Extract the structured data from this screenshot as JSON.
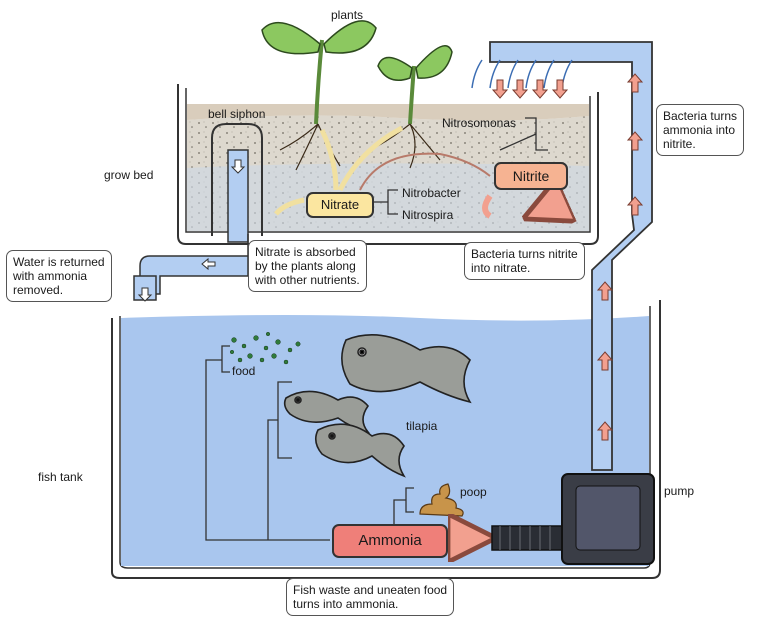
{
  "labels": {
    "plants": "plants",
    "bell_siphon": "bell siphon",
    "grow_bed": "grow bed",
    "fish_tank": "fish tank",
    "pump": "pump",
    "food": "food",
    "tilapia": "tilapia",
    "poop": "poop",
    "nitrosomonas": "Nitrosomonas",
    "nitrobacter": "Nitrobacter",
    "nitrospira": "Nitrospira"
  },
  "compounds": {
    "nitrate": "Nitrate",
    "nitrite": "Nitrite",
    "ammonia": "Ammonia"
  },
  "notes": {
    "water_returned": "Water is returned\nwith ammonia\nremoved.",
    "nitrate_absorbed": "Nitrate is absorbed\nby the plants along\nwith other nutrients.",
    "ammonia_to_nitrite": "Bacteria turns\nammonia into\nnitrite.",
    "nitrite_to_nitrate": "Bacteria turns nitrite\ninto nitrate.",
    "fish_waste": "Fish waste and uneaten food\nturns into ammonia."
  },
  "colors": {
    "water": "#a9c6ee",
    "pipe": "#b3cef2",
    "nitrate_fill": "#fbe6a0",
    "nitrite_fill": "#f6b392",
    "ammonia_fill": "#ef7f79",
    "arrow": "#f2a08f",
    "gravel": "#d9d4ca",
    "leaf": "#8cc860"
  },
  "icons": [
    "plant-icon",
    "fish-icon",
    "food-pellets-icon",
    "poop-icon",
    "pump-icon",
    "spray-bar-icon"
  ]
}
